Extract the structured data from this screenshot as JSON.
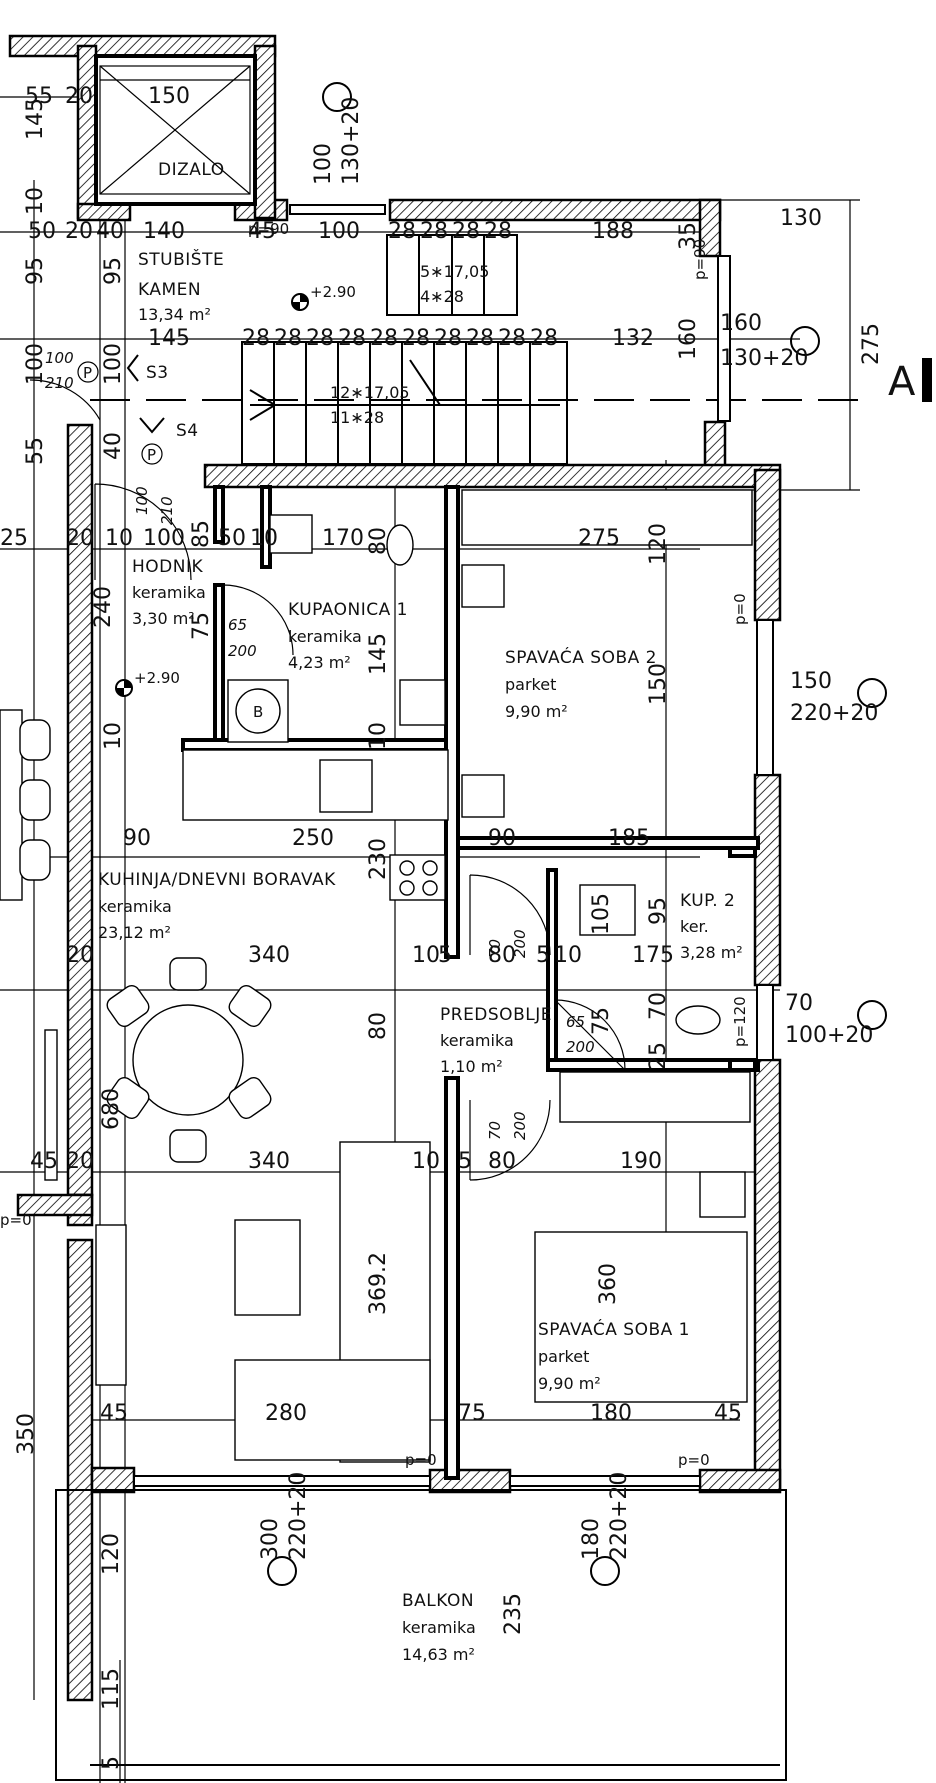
{
  "rooms": {
    "stubiste": {
      "name1": "STUBIŠTE",
      "name2": "KAMEN",
      "area": "13,34 m²"
    },
    "dizalo": {
      "name": "DIZALO"
    },
    "hodnik": {
      "name": "HODNIK",
      "floor": "keramika",
      "area": "3,30 m²"
    },
    "kupaonica1": {
      "name": "KUPAONICA 1",
      "floor": "keramika",
      "area": "4,23 m²"
    },
    "spavaca2": {
      "name": "SPAVAĆA SOBA 2",
      "floor": "parket",
      "area": "9,90 m²"
    },
    "kuhinja": {
      "name": "KUHINJA/DNEVNI BORAVAK",
      "floor": "keramika",
      "area": "23,12 m²"
    },
    "kup2": {
      "name": "KUP. 2",
      "floor": "ker.",
      "area": "3,28 m²"
    },
    "predsoblje": {
      "name": "PREDSOBLJE",
      "floor": "keramika",
      "area": "1,10 m²"
    },
    "spavaca1": {
      "name": "SPAVAĆA SOBA 1",
      "floor": "parket",
      "area": "9,90 m²"
    },
    "balkon": {
      "name": "BALKON",
      "floor": "keramika",
      "area": "14,63 m²"
    }
  },
  "levels": {
    "stair": "+2.90",
    "hall": "+2.90"
  },
  "section": {
    "label": "A"
  },
  "symbols": {
    "s3": "S3",
    "s4": "S4",
    "p": "P",
    "b": "B"
  },
  "stairs": {
    "upper": [
      "5∗17,05",
      "4∗28"
    ],
    "lower": [
      "12∗17,05",
      "11∗28"
    ]
  },
  "openings": {
    "w_top": [
      "100",
      "130+20"
    ],
    "w_right_top": [
      "160",
      "130+20"
    ],
    "w_right_mid": [
      "150",
      "220+20"
    ],
    "w_right_low": [
      "70",
      "100+20"
    ],
    "w_bottom_left": [
      "300",
      "220+20"
    ],
    "w_bottom_right": [
      "180",
      "220+20"
    ],
    "door_hodnik": [
      "100",
      "210"
    ],
    "door_stair": [
      "100",
      "210"
    ],
    "door_kup1": [
      "65",
      "200"
    ],
    "door_sob2": [
      "70",
      "200"
    ],
    "door_kup2": [
      "65",
      "200"
    ],
    "door_sob1": [
      "70",
      "200"
    ]
  },
  "parapets": [
    "p=90",
    "p=90",
    "p=0",
    "p=120",
    "p=0",
    "p=0",
    "p=0"
  ],
  "dimensions": {
    "top": [
      "55",
      "20",
      "150",
      "145"
    ],
    "row2": [
      "50",
      "20",
      "40",
      "140",
      "45",
      "100",
      "28",
      "28",
      "28",
      "28",
      "188",
      "35",
      "130"
    ],
    "row3": [
      "145",
      "28",
      "28",
      "28",
      "28",
      "28",
      "28",
      "28",
      "28",
      "28",
      "28",
      "132",
      "160",
      "275"
    ],
    "row4": [
      "25",
      "20",
      "10",
      "100",
      "85",
      "50",
      "10",
      "170",
      "80",
      "275",
      "120"
    ],
    "row5": [
      "90",
      "250",
      "90",
      "185",
      "150",
      "240",
      "75",
      "145",
      "10",
      "10"
    ],
    "row6": [
      "20",
      "340",
      "10",
      "5",
      "80",
      "5",
      "10",
      "175",
      "230",
      "105",
      "95",
      "70",
      "80"
    ],
    "row7": [
      "45",
      "20",
      "340",
      "10",
      "5",
      "80",
      "190",
      "680",
      "360",
      "369.2",
      "75",
      "25"
    ],
    "row8": [
      "45",
      "280",
      "75",
      "180",
      "45",
      "350",
      "120",
      "235",
      "115",
      "5"
    ],
    "left": [
      "95",
      "100",
      "55",
      "40",
      "10"
    ]
  }
}
